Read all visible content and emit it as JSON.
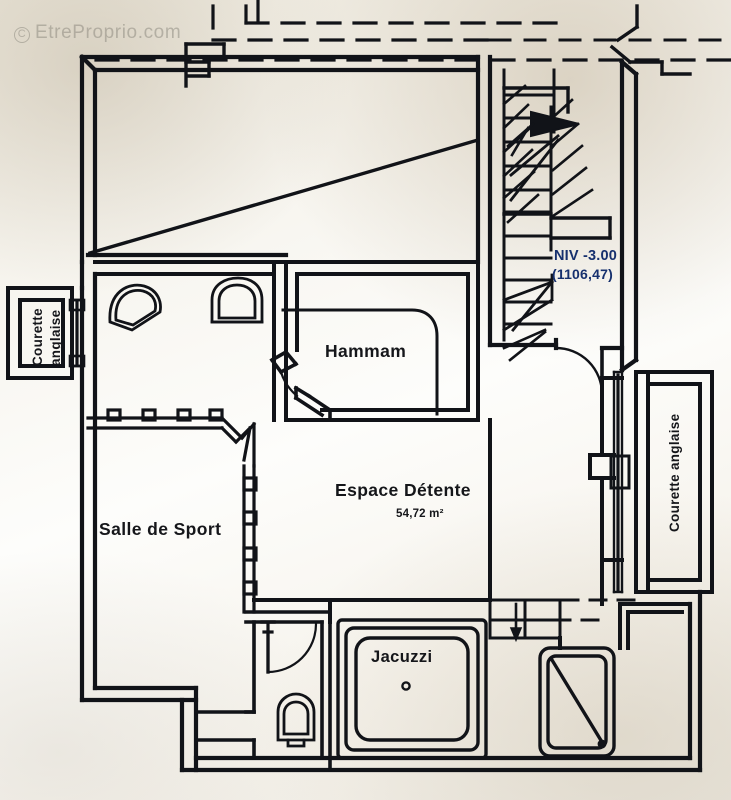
{
  "document": {
    "type": "architectural-floor-plan",
    "watermark": "EtreProprio.com",
    "watermark_symbol": "C"
  },
  "rooms": [
    {
      "id": "espace-detente",
      "name": "Espace Détente",
      "area": "54,72 m²"
    },
    {
      "id": "salle-de-sport",
      "name": "Salle de Sport",
      "area": ""
    },
    {
      "id": "hammam",
      "name": "Hammam",
      "area": ""
    },
    {
      "id": "jacuzzi",
      "name": "Jacuzzi",
      "area": ""
    },
    {
      "id": "courette-anglaise-left",
      "name": "Courette anglaise",
      "area": ""
    },
    {
      "id": "courette-anglaise-right",
      "name": "Courette anglaise",
      "area": ""
    }
  ],
  "labels": {
    "espace_detente": "Espace Détente",
    "espace_detente_area": "54,72 m²",
    "salle_de_sport": "Salle de Sport",
    "hammam": "Hammam",
    "jacuzzi": "Jacuzzi",
    "courette_left_line1": "Courette",
    "courette_left_line2": "anglaise",
    "courette_right": "Courette anglaise"
  },
  "level_marker": {
    "level": "NIV -3.00",
    "elevation": "(1106,47)",
    "color": "#16306e"
  },
  "colors": {
    "paper": "#f5f2eb",
    "ink": "#111318",
    "annotation_blue": "#16306e",
    "watermark": "rgba(120,116,108,0.42)"
  },
  "features": [
    {
      "name": "staircase",
      "detail": "flight with direction arrow, up"
    },
    {
      "name": "stair-down",
      "detail": "small flight with down arrow"
    },
    {
      "name": "shower-tray",
      "detail": "with drain"
    },
    {
      "name": "wc-toilet",
      "detail": "small fixture"
    },
    {
      "name": "washbasins",
      "detail": "two arched fixtures"
    },
    {
      "name": "glazed-partition",
      "detail": "mullioned walls around sport room"
    },
    {
      "name": "sloped-ceiling-line",
      "detail": "diagonal hatch in upper void"
    }
  ]
}
